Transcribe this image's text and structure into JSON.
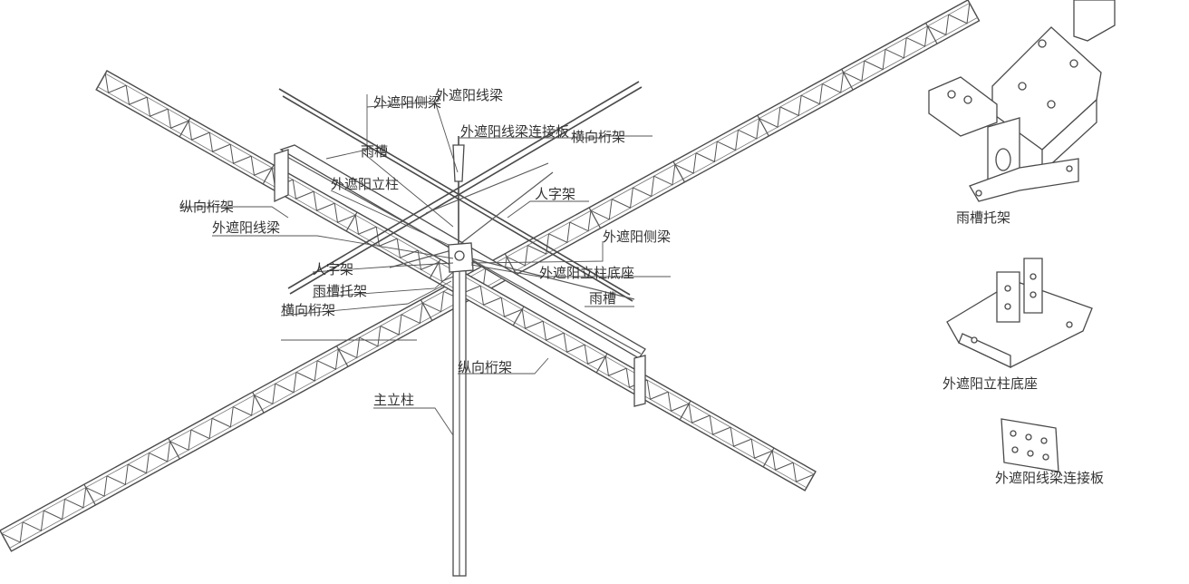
{
  "labels": {
    "sun_line_beam_top": "外遮阳线梁",
    "sun_side_beam_top": "外遮阳侧梁",
    "connector_plate_main": "外遮阳线梁连接板",
    "transverse_truss_top": "横向桁架",
    "gutter_top": "雨槽",
    "sun_column": "外遮阳立柱",
    "herringbone_right": "人字架",
    "longitudinal_truss_left": "纵向桁架",
    "sun_line_beam_left": "外遮阳线梁",
    "sun_side_beam_right": "外遮阳侧梁",
    "herringbone_left": "人字架",
    "column_base_main": "外遮阳立柱底座",
    "gutter_bracket_left": "雨槽托架",
    "gutter_right": "雨槽",
    "transverse_truss_left": "横向桁架",
    "longitudinal_truss_bottom": "纵向桁架",
    "main_column": "主立柱",
    "detail_gutter_bracket": "雨槽托架",
    "detail_column_base": "外遮阳立柱底座",
    "detail_connector_plate": "外遮阳线梁连接板"
  },
  "colors": {
    "line": "#4a4a4a",
    "text": "#333333",
    "background": "#ffffff"
  }
}
